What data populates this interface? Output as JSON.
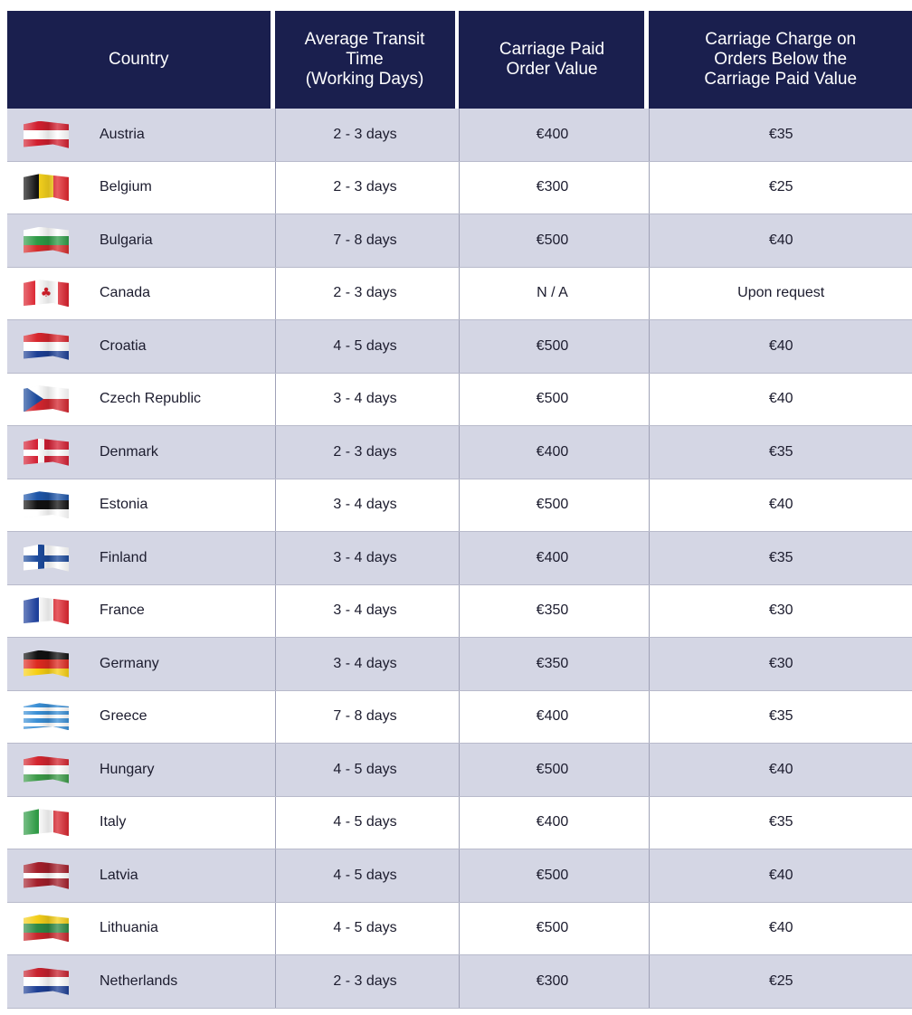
{
  "headers": {
    "country": "Country",
    "transit": "Average Transit\nTime\n(Working Days)",
    "paid_value": "Carriage Paid\nOrder Value",
    "charge": "Carriage Charge on\nOrders Below the\nCarriage Paid Value"
  },
  "colors": {
    "header_bg": "#1a1f4e",
    "row_alt_bg": "#d4d6e4",
    "row_bg": "#ffffff"
  },
  "rows": [
    {
      "country": "Austria",
      "transit": "2 - 3 days",
      "paid_value": "€400",
      "charge": "€35",
      "flag": {
        "dir": "h",
        "bands": [
          "#d21f2f",
          "#ffffff",
          "#d21f2f"
        ],
        "icon": "austria-flag-icon"
      }
    },
    {
      "country": "Belgium",
      "transit": "2 - 3 days",
      "paid_value": "€300",
      "charge": "€25",
      "flag": {
        "dir": "v",
        "bands": [
          "#111111",
          "#f7d31d",
          "#e1252c"
        ],
        "icon": "belgium-flag-icon"
      }
    },
    {
      "country": "Bulgaria",
      "transit": "7 - 8 days",
      "paid_value": "€500",
      "charge": "€40",
      "flag": {
        "dir": "h",
        "bands": [
          "#ffffff",
          "#2e9b46",
          "#d62b2b"
        ],
        "icon": "bulgaria-flag-icon"
      }
    },
    {
      "country": "Canada",
      "transit": "2 - 3 days",
      "paid_value": "N / A",
      "charge": "Upon request",
      "flag": {
        "dir": "v",
        "bands": [
          "#db1f2b",
          "#ffffff",
          "#ffffff",
          "#db1f2b"
        ],
        "icon": "canada-flag-icon",
        "mark": "leaf"
      }
    },
    {
      "country": "Croatia",
      "transit": "4 - 5 days",
      "paid_value": "€500",
      "charge": "€40",
      "flag": {
        "dir": "h",
        "bands": [
          "#d8262d",
          "#ffffff",
          "#1c3f95"
        ],
        "icon": "croatia-flag-icon"
      }
    },
    {
      "country": "Czech Republic",
      "transit": "3 - 4 days",
      "paid_value": "€500",
      "charge": "€40",
      "flag": {
        "dir": "h",
        "bands": [
          "#ffffff",
          "#d4262f"
        ],
        "icon": "czech-flag-icon",
        "mark": "triangle"
      }
    },
    {
      "country": "Denmark",
      "transit": "2 - 3 days",
      "paid_value": "€400",
      "charge": "€35",
      "flag": {
        "dir": "h",
        "bands": [
          "#d41f33"
        ],
        "icon": "denmark-flag-icon",
        "mark": "cross-white"
      }
    },
    {
      "country": "Estonia",
      "transit": "3 - 4 days",
      "paid_value": "€500",
      "charge": "€40",
      "flag": {
        "dir": "h",
        "bands": [
          "#1d55a8",
          "#111111",
          "#ffffff"
        ],
        "icon": "estonia-flag-icon"
      }
    },
    {
      "country": "Finland",
      "transit": "3 - 4 days",
      "paid_value": "€400",
      "charge": "€35",
      "flag": {
        "dir": "h",
        "bands": [
          "#ffffff"
        ],
        "icon": "finland-flag-icon",
        "mark": "cross-blue"
      }
    },
    {
      "country": "France",
      "transit": "3 - 4 days",
      "paid_value": "€350",
      "charge": "€30",
      "flag": {
        "dir": "v",
        "bands": [
          "#1d3f9b",
          "#ffffff",
          "#e0262f"
        ],
        "icon": "france-flag-icon"
      }
    },
    {
      "country": "Germany",
      "transit": "3 - 4 days",
      "paid_value": "€350",
      "charge": "€30",
      "flag": {
        "dir": "h",
        "bands": [
          "#111111",
          "#de2a20",
          "#f7cf12"
        ],
        "icon": "germany-flag-icon"
      }
    },
    {
      "country": "Greece",
      "transit": "7 - 8 days",
      "paid_value": "€400",
      "charge": "€35",
      "flag": {
        "dir": "h",
        "bands": [
          "#3a8fd6",
          "#ffffff",
          "#3a8fd6",
          "#ffffff",
          "#3a8fd6",
          "#ffffff",
          "#3a8fd6"
        ],
        "icon": "greece-flag-icon"
      }
    },
    {
      "country": "Hungary",
      "transit": "4 - 5 days",
      "paid_value": "€500",
      "charge": "€40",
      "flag": {
        "dir": "h",
        "bands": [
          "#d4262f",
          "#ffffff",
          "#3c9b48"
        ],
        "icon": "hungary-flag-icon"
      }
    },
    {
      "country": "Italy",
      "transit": "4 - 5 days",
      "paid_value": "€400",
      "charge": "€35",
      "flag": {
        "dir": "v",
        "bands": [
          "#2f9b45",
          "#ffffff",
          "#d8262f"
        ],
        "icon": "italy-flag-icon"
      }
    },
    {
      "country": "Latvia",
      "transit": "4 - 5 days",
      "paid_value": "€500",
      "charge": "€40",
      "flag": {
        "dir": "h",
        "bands": [
          "#a41f2b",
          "#a41f2b",
          "#ffffff",
          "#a41f2b",
          "#a41f2b"
        ],
        "icon": "latvia-flag-icon"
      }
    },
    {
      "country": "Lithuania",
      "transit": "4 - 5 days",
      "paid_value": "€500",
      "charge": "€40",
      "flag": {
        "dir": "h",
        "bands": [
          "#f4cf1a",
          "#2e8a46",
          "#c8262b"
        ],
        "icon": "lithuania-flag-icon"
      }
    },
    {
      "country": "Netherlands",
      "transit": "2 - 3 days",
      "paid_value": "€300",
      "charge": "€25",
      "flag": {
        "dir": "h",
        "bands": [
          "#c8222e",
          "#ffffff",
          "#1d3f95"
        ],
        "icon": "netherlands-flag-icon"
      }
    }
  ]
}
